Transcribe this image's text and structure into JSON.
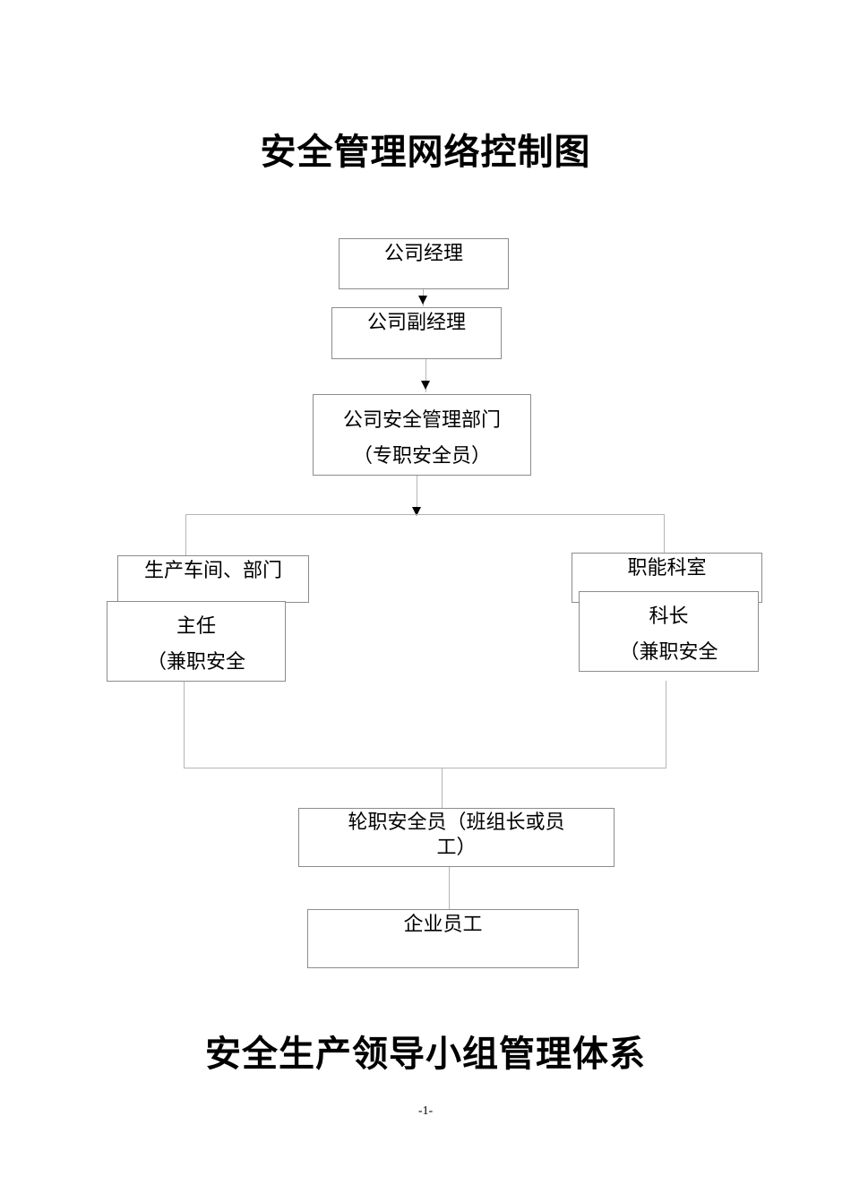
{
  "titles": {
    "main": "安全管理网络控制图",
    "second": "安全生产领导小组管理体系"
  },
  "nodes": {
    "manager": "公司经理",
    "deputy_manager": "公司副经理",
    "safety_dept_line1": "公司安全管理部门",
    "safety_dept_line2": "（专职安全员）",
    "workshop": "生产车间、部门",
    "director_line1": "主任",
    "director_line2": "（兼职安全",
    "functional_office": "职能科室",
    "section_chief_line1": "科长",
    "section_chief_line2": "（兼职安全",
    "rotating_safety_line1": "轮职安全员（班组长或员",
    "rotating_safety_line2": "工）",
    "employees": "企业员工"
  },
  "footer": {
    "page_number": "-1-"
  }
}
